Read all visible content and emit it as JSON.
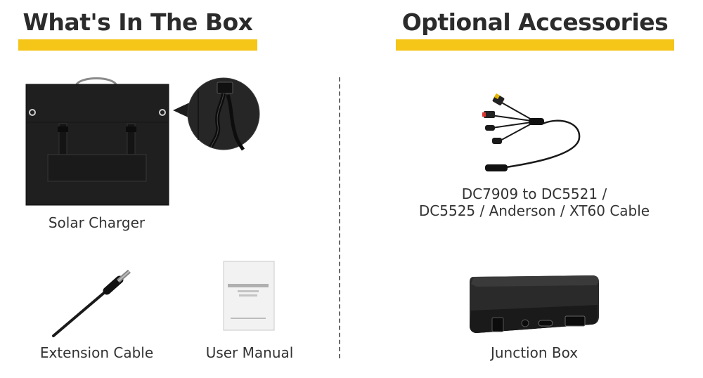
{
  "left_section": {
    "title": "What's In The Box",
    "items": {
      "solar_charger": "Solar Charger",
      "extension_cable": "Extension Cable",
      "user_manual": "User Manual"
    }
  },
  "right_section": {
    "title": "Optional Accessories",
    "items": {
      "cable_line1": "DC7909 to DC5521 /",
      "cable_line2": "DC5525 / Anderson / XT60 Cable",
      "junction_box": "Junction Box"
    }
  },
  "colors": {
    "accent_highlight": "#f5c518",
    "text": "#333333",
    "product_black": "#1c1c1c"
  },
  "icons": {
    "solar_panel": "solar-panel-image",
    "zoom_detail": "cable-detail-zoom-image",
    "extension_cable": "extension-cable-image",
    "manual": "manual-booklet-image",
    "adapter_cable": "adapter-cable-image",
    "junction_box": "junction-box-image"
  }
}
